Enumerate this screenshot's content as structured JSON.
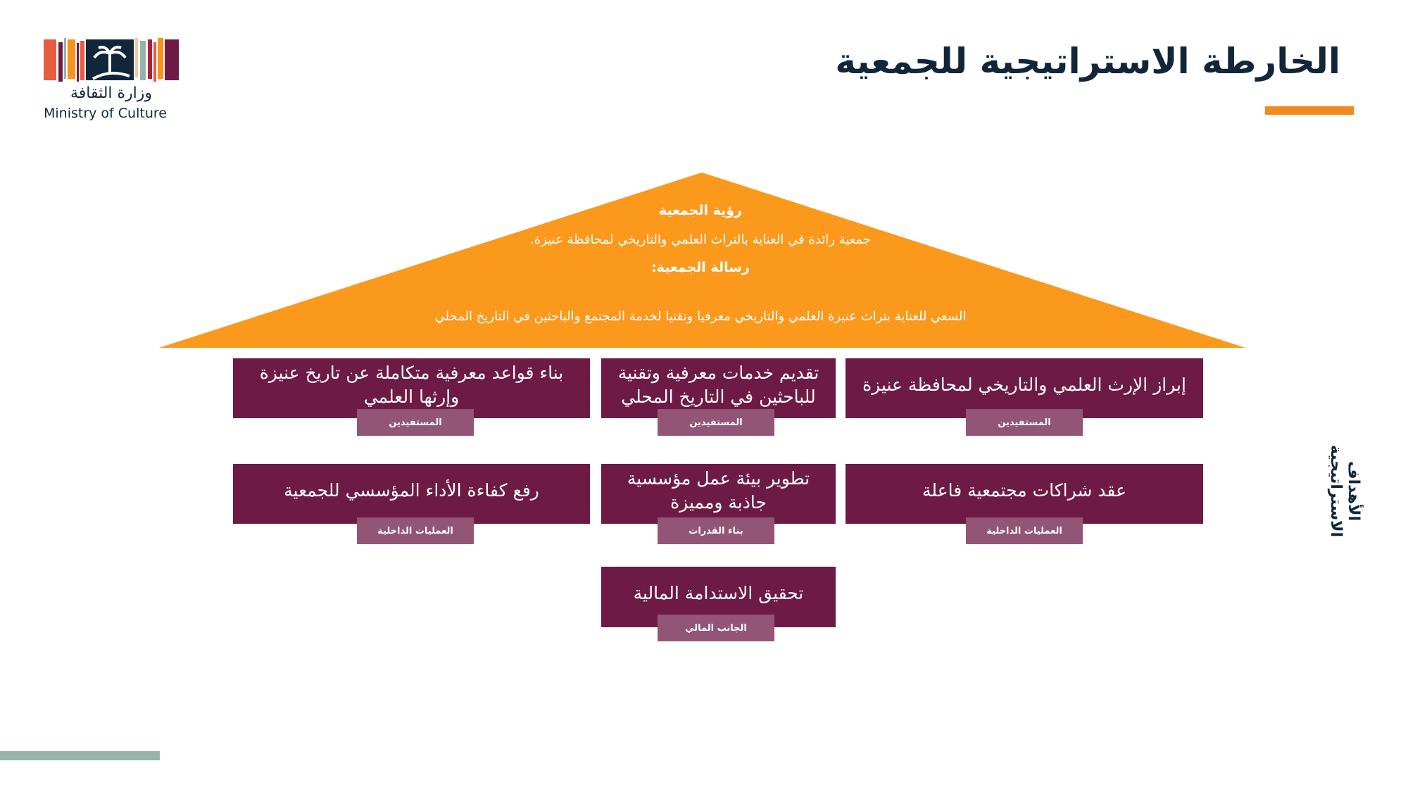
{
  "header": {
    "title": "الخارطة الاستراتيجية للجمعية",
    "accent_color": "#f08a1c"
  },
  "logo": {
    "arabic": "وزارة الثقافة",
    "english": "Ministry of Culture"
  },
  "roof": {
    "vision_title": "رؤية الجمعية",
    "vision_text": "جمعية رائدة في العناية بالتراث العلمي والتاريخي لمحافظة عنيزة.",
    "mission_title": "رسالة الجمعية:",
    "mission_text": "السعي للعناية بتراث عنيزة العلمي والتاريخي معرفيا وتقنيا لخدمة المجتمع والباحثين في التاريخ المحلي",
    "color": "#fb991d"
  },
  "side_label": {
    "line1": "الأهداف",
    "line2": "الاستراتيجية"
  },
  "goals": [
    {
      "text": "إبراز الإرث العلمي والتاريخي لمحافظة عنيزة",
      "tag": "المستفيدين"
    },
    {
      "text": "تقديم خدمات معرفية وتقنية للباحثين في التاريخ المحلي",
      "tag": "المستفيدين"
    },
    {
      "text": "بناء قواعد معرفية متكاملة عن تاريخ عنيزة وإرثها العلمي",
      "tag": "المستفيدين"
    },
    {
      "text": "عقد شراكات مجتمعية فاعلة",
      "tag": "العمليات الداخلية"
    },
    {
      "text": "تطوير بيئة عمل مؤسسية جاذبة ومميزة",
      "tag": "بناء القدرات"
    },
    {
      "text": "رفع كفاءة الأداء المؤسسي للجمعية",
      "tag": "العمليات الداخلية"
    },
    {
      "text": "تحقيق الاستدامة المالية",
      "tag": "الجانب المالي"
    }
  ],
  "colors": {
    "goal_bg": "#6d1a45",
    "tag_bg": "#935575",
    "footer_bar": "#98b3a6"
  }
}
